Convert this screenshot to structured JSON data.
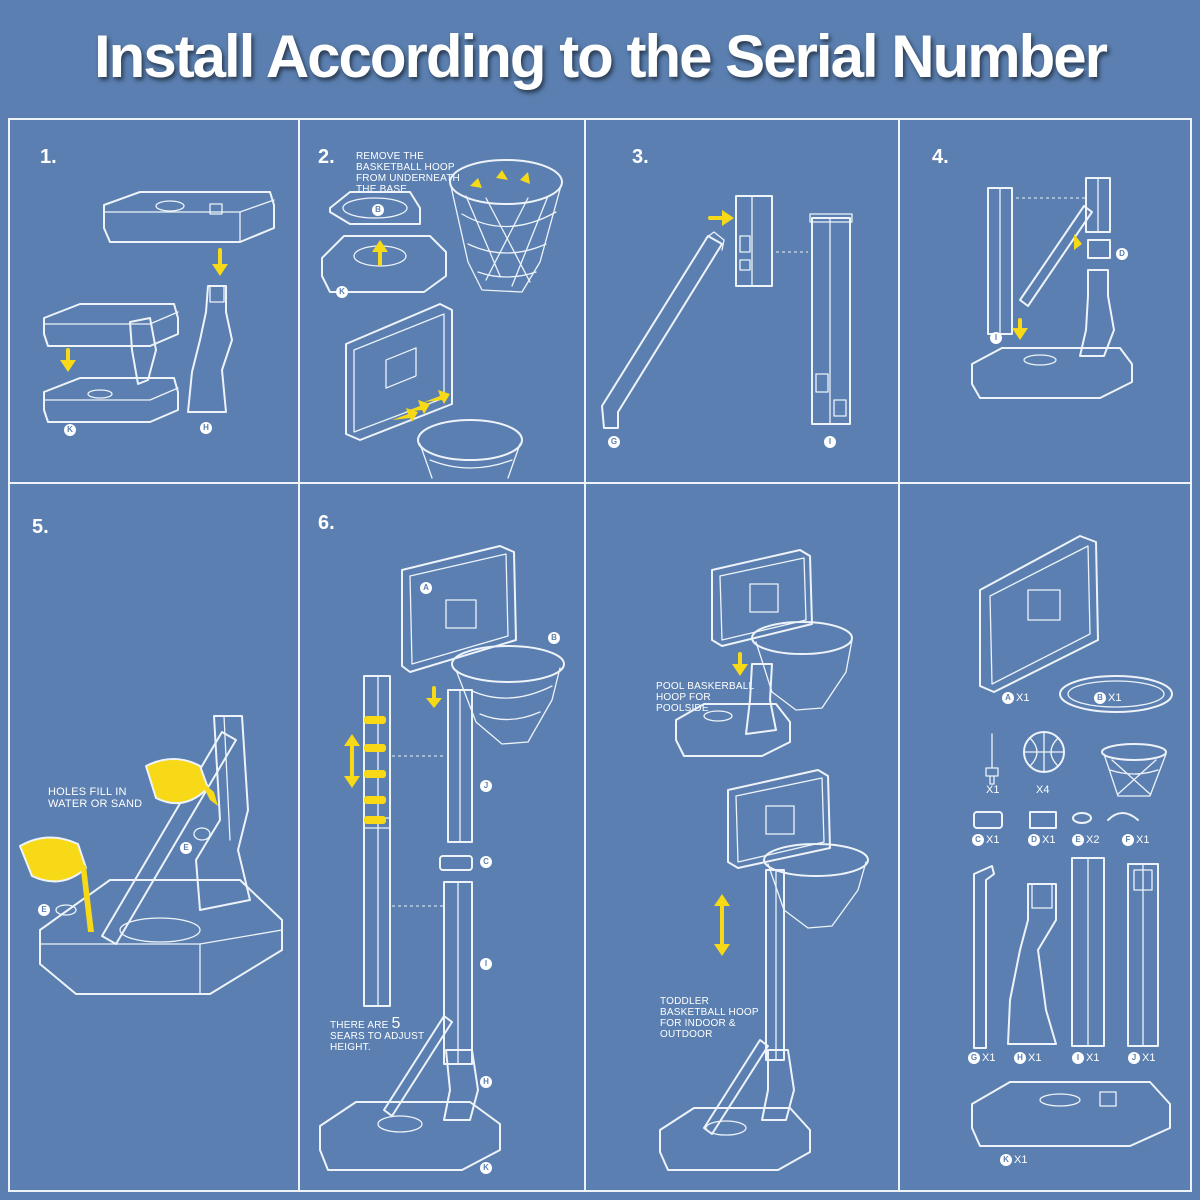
{
  "title": "Install According to the Serial Number",
  "steps": {
    "s1": {
      "num": "1."
    },
    "s2": {
      "num": "2.",
      "note": "REMOVE THE BASKETBALL HOOP FROM UNDERNEATH THE BASE"
    },
    "s3": {
      "num": "3."
    },
    "s4": {
      "num": "4."
    },
    "s5": {
      "num": "5.",
      "note": "HOLES FILL IN WATER OR SAND"
    },
    "s6": {
      "num": "6.",
      "note_pre": "THERE ARE",
      "note_num": "5",
      "note_post": "SEARS TO ADJUST HEIGHT."
    },
    "pool": {
      "note": "POOL BASKERBALL HOOP FOR POOLSIDE"
    },
    "toddler": {
      "note": "TODDLER BASKETBALL HOOP FOR INDOOR & OUTDOOR"
    }
  },
  "badges": {
    "A": "A",
    "B": "B",
    "C": "C",
    "D": "D",
    "E": "E",
    "F": "F",
    "G": "G",
    "H": "H",
    "I": "I",
    "J": "J",
    "K": "K"
  },
  "parts": [
    {
      "letter": "A",
      "qty": "X1"
    },
    {
      "letter": "B",
      "qty": "X1"
    },
    {
      "letter": "",
      "qty": "X1"
    },
    {
      "letter": "",
      "qty": "X4"
    },
    {
      "letter": "C",
      "qty": "X1"
    },
    {
      "letter": "D",
      "qty": "X1"
    },
    {
      "letter": "E",
      "qty": "X2"
    },
    {
      "letter": "F",
      "qty": "X1"
    },
    {
      "letter": "G",
      "qty": "X1"
    },
    {
      "letter": "H",
      "qty": "X1"
    },
    {
      "letter": "I",
      "qty": "X1"
    },
    {
      "letter": "J",
      "qty": "X1"
    },
    {
      "letter": "K",
      "qty": "X1"
    }
  ],
  "colors": {
    "background": "#5a7fb0",
    "line": "#eef3fa",
    "highlight": "#f7d917"
  }
}
